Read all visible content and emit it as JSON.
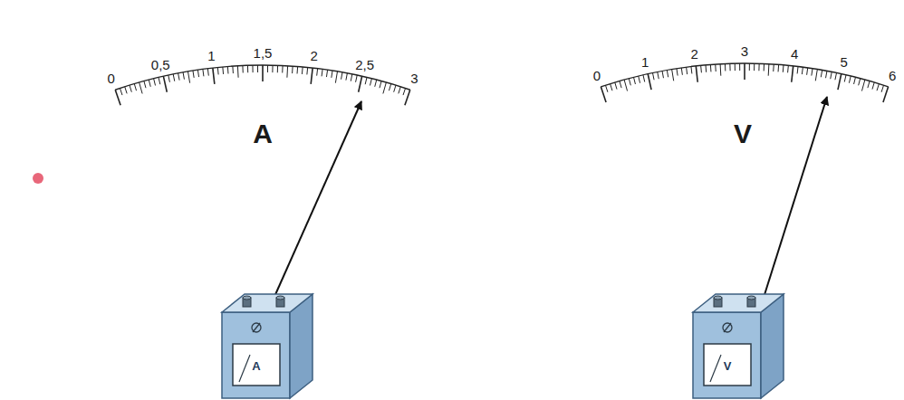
{
  "diagram": {
    "labels": [
      "0",
      "0,5",
      "1",
      "1,5",
      "2",
      "2,5",
      "3",
      "A",
      "A",
      "0",
      "1",
      "2",
      "3",
      "4",
      "5",
      "6",
      "V",
      "V"
    ]
  }
}
